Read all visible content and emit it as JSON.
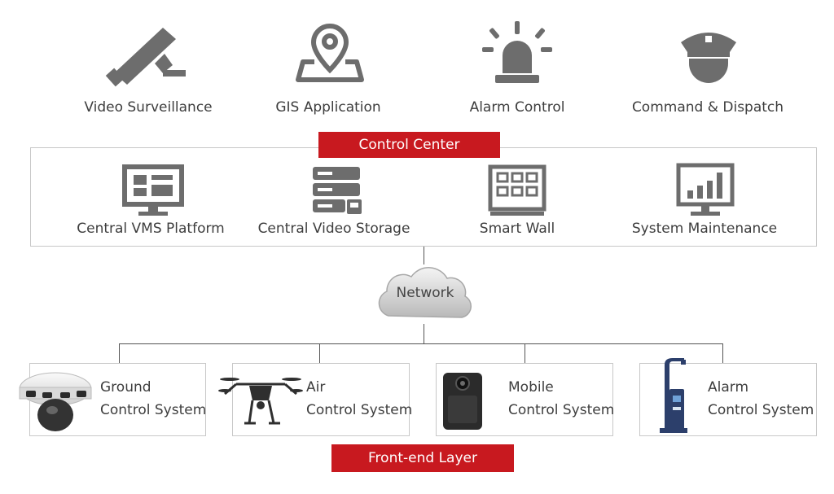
{
  "colors": {
    "icon": "#6d6d6d",
    "accent": "#c8191f",
    "panel_border": "#c8c8c8",
    "line": "#555555"
  },
  "top_apps": [
    {
      "label": "Video Surveillance",
      "icon": "camera-icon"
    },
    {
      "label": "GIS Application",
      "icon": "map-pin-icon"
    },
    {
      "label": "Alarm Control",
      "icon": "alarm-light-icon"
    },
    {
      "label": "Command & Dispatch",
      "icon": "police-officer-icon"
    }
  ],
  "control_center": {
    "title": "Control Center",
    "items": [
      {
        "label": "Central VMS Platform",
        "icon": "monitor-icon"
      },
      {
        "label": "Central Video Storage",
        "icon": "storage-server-icon"
      },
      {
        "label": "Smart Wall",
        "icon": "video-wall-icon"
      },
      {
        "label": "System Maintenance",
        "icon": "bar-chart-monitor-icon"
      }
    ]
  },
  "network": {
    "label": "Network",
    "icon": "cloud-icon"
  },
  "front_end": {
    "title": "Front-end Layer",
    "devices": [
      {
        "line1": "Ground",
        "line2": "Control System",
        "icon": "dome-camera-icon"
      },
      {
        "line1": "Air",
        "line2": "Control System",
        "icon": "drone-icon"
      },
      {
        "line1": "Mobile",
        "line2": "Control System",
        "icon": "body-camera-icon"
      },
      {
        "line1": "Alarm",
        "line2": "Control System",
        "icon": "alarm-pole-icon"
      }
    ]
  }
}
